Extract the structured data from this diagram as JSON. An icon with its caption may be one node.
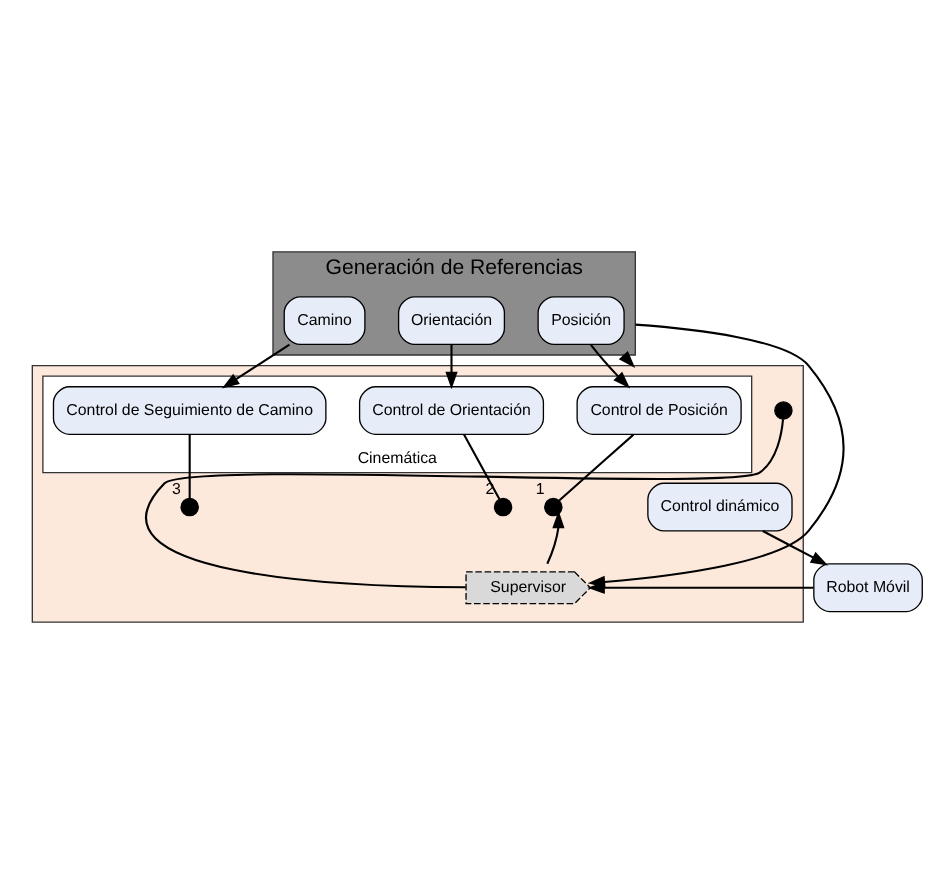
{
  "diagram": {
    "nodes": [
      {
        "text": [
          "Generación de Referencias"
        ]
      },
      {
        "text": [
          "Posición"
        ],
        "in": 0
      },
      {
        "text": [
          "Orientación"
        ],
        "in": 0
      },
      {
        "text": [
          "Camino"
        ],
        "in": 0
      },
      {
        "text": [],
        "shape": "box"
      },
      {
        "text": [
          "Cinemática"
        ],
        "in": 4
      },
      {
        "text": [
          "Control de Posición"
        ],
        "in": 5
      },
      {
        "text": [
          "Control de Orientación"
        ],
        "in": 5
      },
      {
        "text": [
          "Control de Seguimiento de Camino"
        ],
        "in": 5
      },
      {
        "text": [],
        "shape": "circle",
        "in": 4,
        "beside": [
          "1"
        ]
      },
      {
        "text": [],
        "shape": "circle",
        "in": 4,
        "beside": [
          "2"
        ]
      },
      {
        "text": [],
        "shape": "circle",
        "in": 4,
        "beside": [
          "3"
        ]
      },
      {
        "text": [
          "Supervisor"
        ],
        "in": 4
      },
      {
        "text": [],
        "shape": "circle",
        "in": 4
      },
      {
        "text": [
          "Control dinámico"
        ],
        "in": 4
      },
      {
        "text": [
          "Robot Móvil"
        ]
      }
    ],
    "edges": [
      {
        "from": 1,
        "to": 6,
        "arrow": "to"
      },
      {
        "from": 2,
        "to": 7,
        "arrow": "to"
      },
      {
        "from": 3,
        "to": 8,
        "arrow": "to"
      },
      {
        "from": 6,
        "to": 9,
        "arrow": "none"
      },
      {
        "from": 7,
        "to": 10,
        "arrow": "none"
      },
      {
        "from": 8,
        "to": 11,
        "arrow": "none"
      },
      {
        "from": 12,
        "to": 9,
        "arrow": "to"
      },
      {
        "from": 12,
        "to": 13,
        "arrow": "none"
      },
      {
        "from": 14,
        "to": 15,
        "arrow": "to"
      },
      {
        "from": 0,
        "to": 4,
        "arrow": "to"
      },
      {
        "from": 0,
        "to": 12,
        "arrow": "to"
      },
      {
        "from": 15,
        "to": 12,
        "arrow": "to"
      }
    ]
  }
}
